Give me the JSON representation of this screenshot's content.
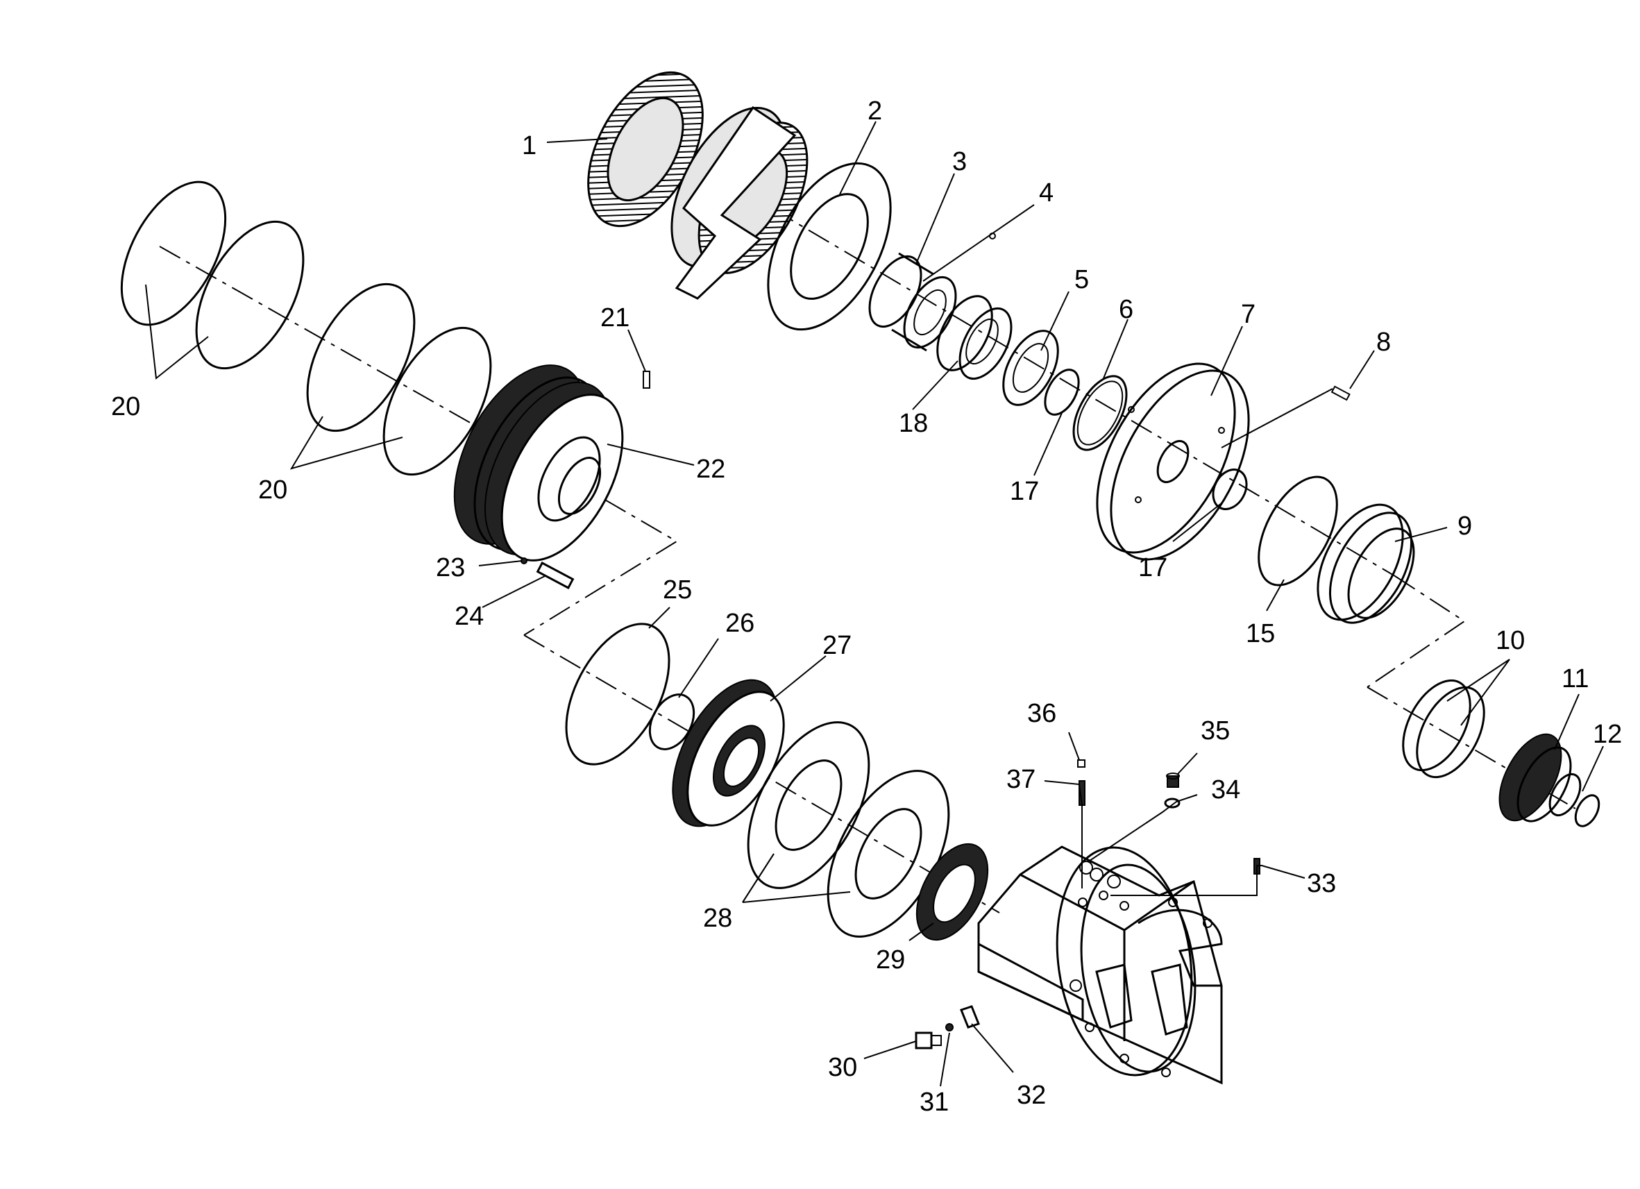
{
  "callouts": [
    {
      "id": "c1",
      "text": "1"
    },
    {
      "id": "c2",
      "text": "2"
    },
    {
      "id": "c3",
      "text": "3"
    },
    {
      "id": "c4",
      "text": "4"
    },
    {
      "id": "c5",
      "text": "5"
    },
    {
      "id": "c6",
      "text": "6"
    },
    {
      "id": "c7",
      "text": "7"
    },
    {
      "id": "c8",
      "text": "8"
    },
    {
      "id": "c9",
      "text": "9"
    },
    {
      "id": "c10",
      "text": "10"
    },
    {
      "id": "c11",
      "text": "11"
    },
    {
      "id": "c12",
      "text": "12"
    },
    {
      "id": "c15",
      "text": "15"
    },
    {
      "id": "c17a",
      "text": "17"
    },
    {
      "id": "c17b",
      "text": "17"
    },
    {
      "id": "c18",
      "text": "18"
    },
    {
      "id": "c20a",
      "text": "20"
    },
    {
      "id": "c20b",
      "text": "20"
    },
    {
      "id": "c21",
      "text": "21"
    },
    {
      "id": "c22",
      "text": "22"
    },
    {
      "id": "c23",
      "text": "23"
    },
    {
      "id": "c24",
      "text": "24"
    },
    {
      "id": "c25",
      "text": "25"
    },
    {
      "id": "c26",
      "text": "26"
    },
    {
      "id": "c27",
      "text": "27"
    },
    {
      "id": "c28",
      "text": "28"
    },
    {
      "id": "c29",
      "text": "29"
    },
    {
      "id": "c30",
      "text": "30"
    },
    {
      "id": "c31",
      "text": "31"
    },
    {
      "id": "c32",
      "text": "32"
    },
    {
      "id": "c33",
      "text": "33"
    },
    {
      "id": "c34",
      "text": "34"
    },
    {
      "id": "c35",
      "text": "35"
    },
    {
      "id": "c36",
      "text": "36"
    },
    {
      "id": "c37",
      "text": "37"
    }
  ]
}
